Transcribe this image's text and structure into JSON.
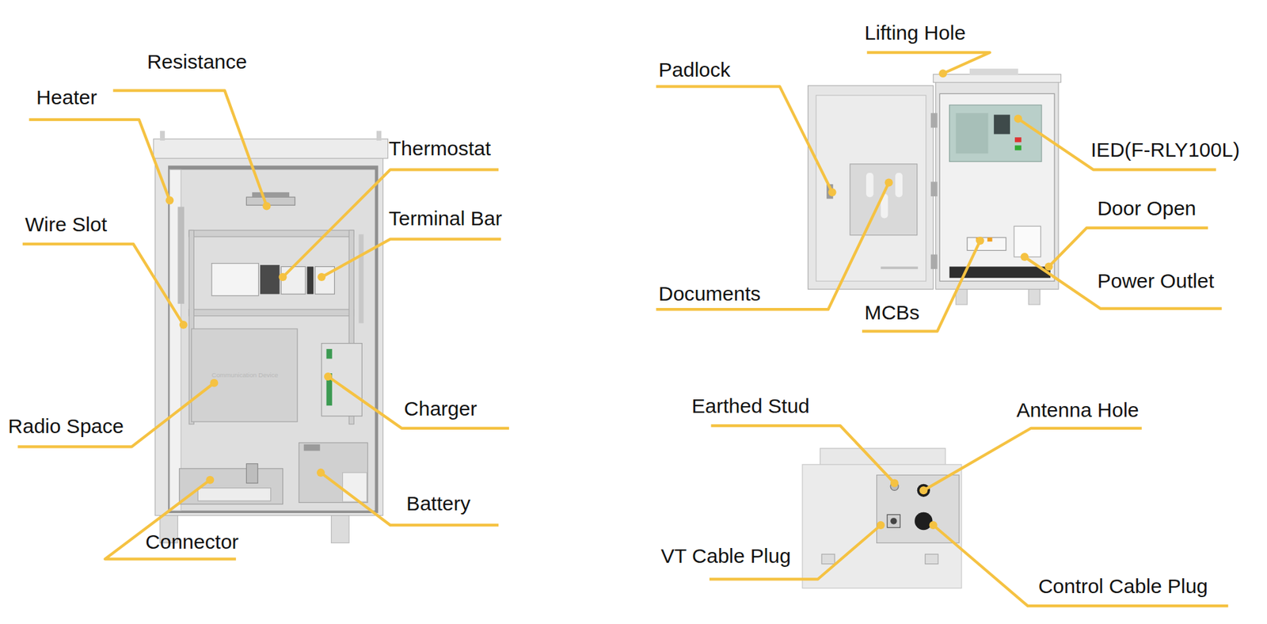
{
  "diagram": {
    "labels": [
      "Resistance",
      "Heater",
      "Thermostat",
      "Terminal Bar",
      "Wire Slot",
      "Radio Space",
      "Communication Device",
      "Charger",
      "Battery",
      "Connector",
      "Lifting Hole",
      "Padlock",
      "IED(F-RLY100L)",
      "Door Open",
      "Documents",
      "Power Outlet",
      "MCBs",
      "Earthed Stud",
      "Antenna Hole",
      "VT Cable Plug",
      "Control Cable Plug"
    ]
  }
}
